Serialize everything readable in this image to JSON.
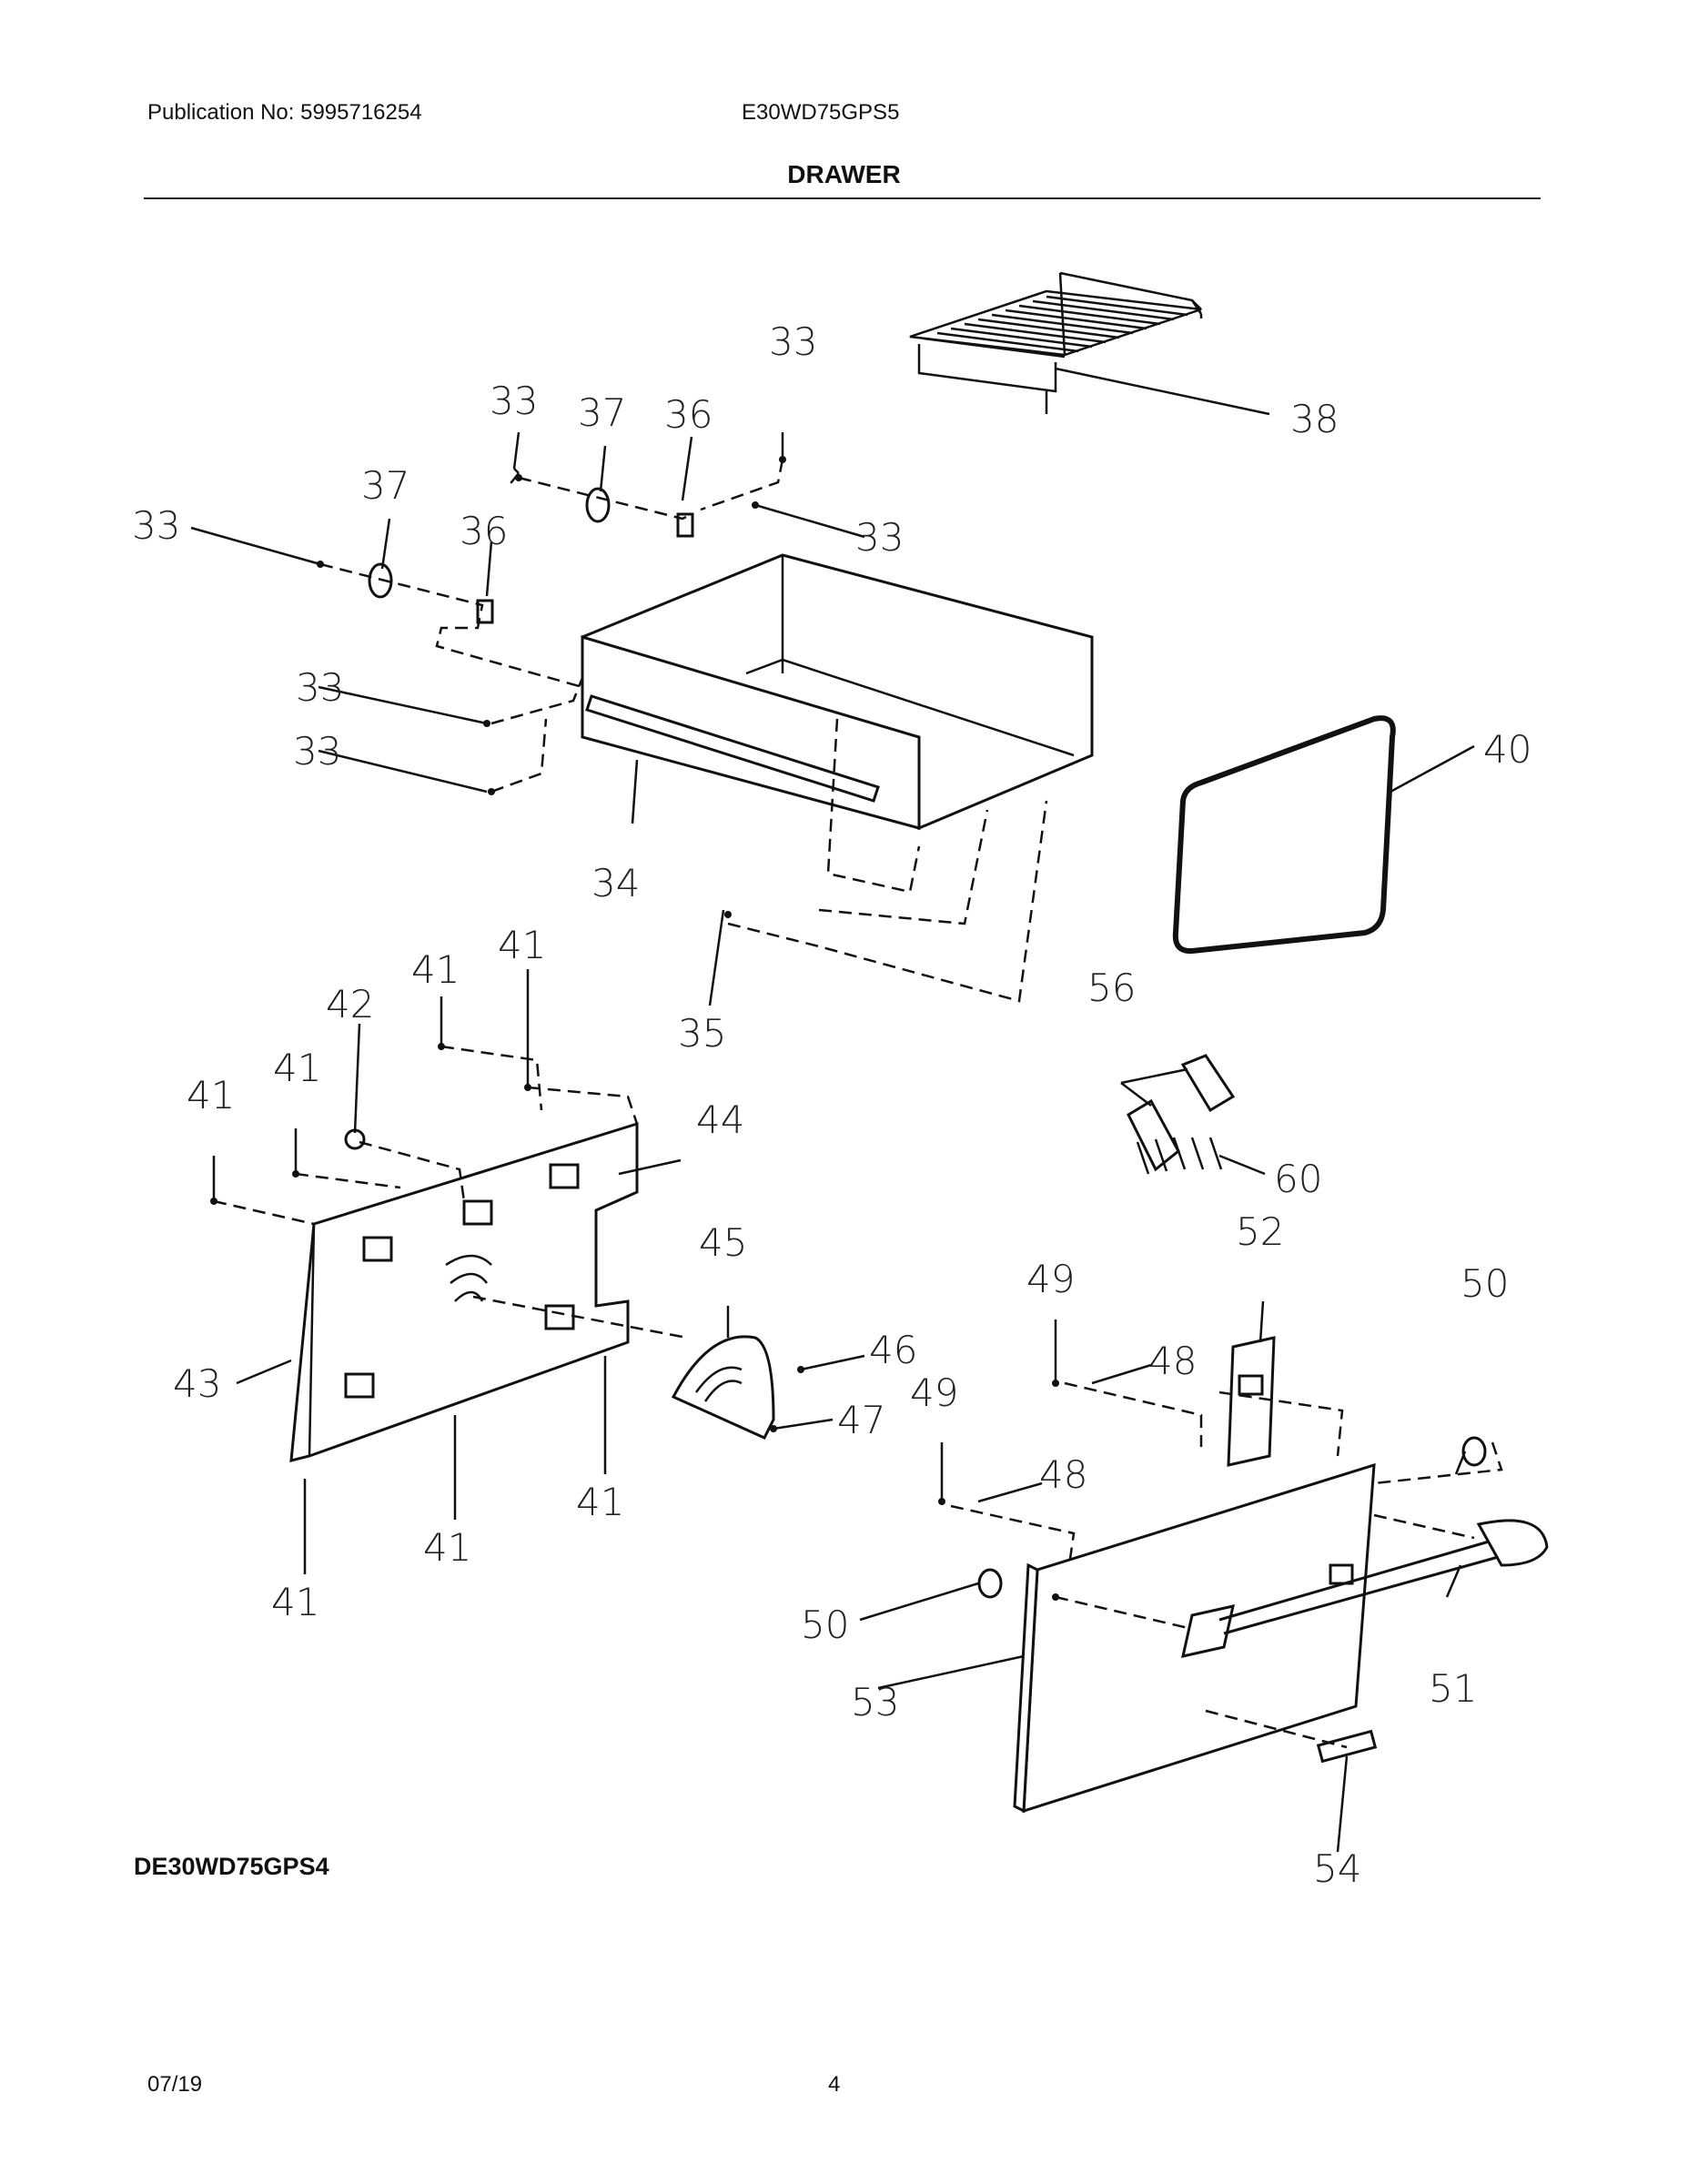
{
  "header": {
    "publication": "Publication No: 5995716254",
    "model": "E30WD75GPS5",
    "section_title": "DRAWER"
  },
  "variant_label": "DE30WD75GPS4",
  "footer": {
    "date": "07/19",
    "page": "4"
  },
  "callouts": [
    "33",
    "37",
    "36",
    "38",
    "34",
    "35",
    "40",
    "41",
    "42",
    "43",
    "44",
    "45",
    "46",
    "47",
    "48",
    "49",
    "50",
    "51",
    "52",
    "53",
    "54",
    "56",
    "60"
  ]
}
